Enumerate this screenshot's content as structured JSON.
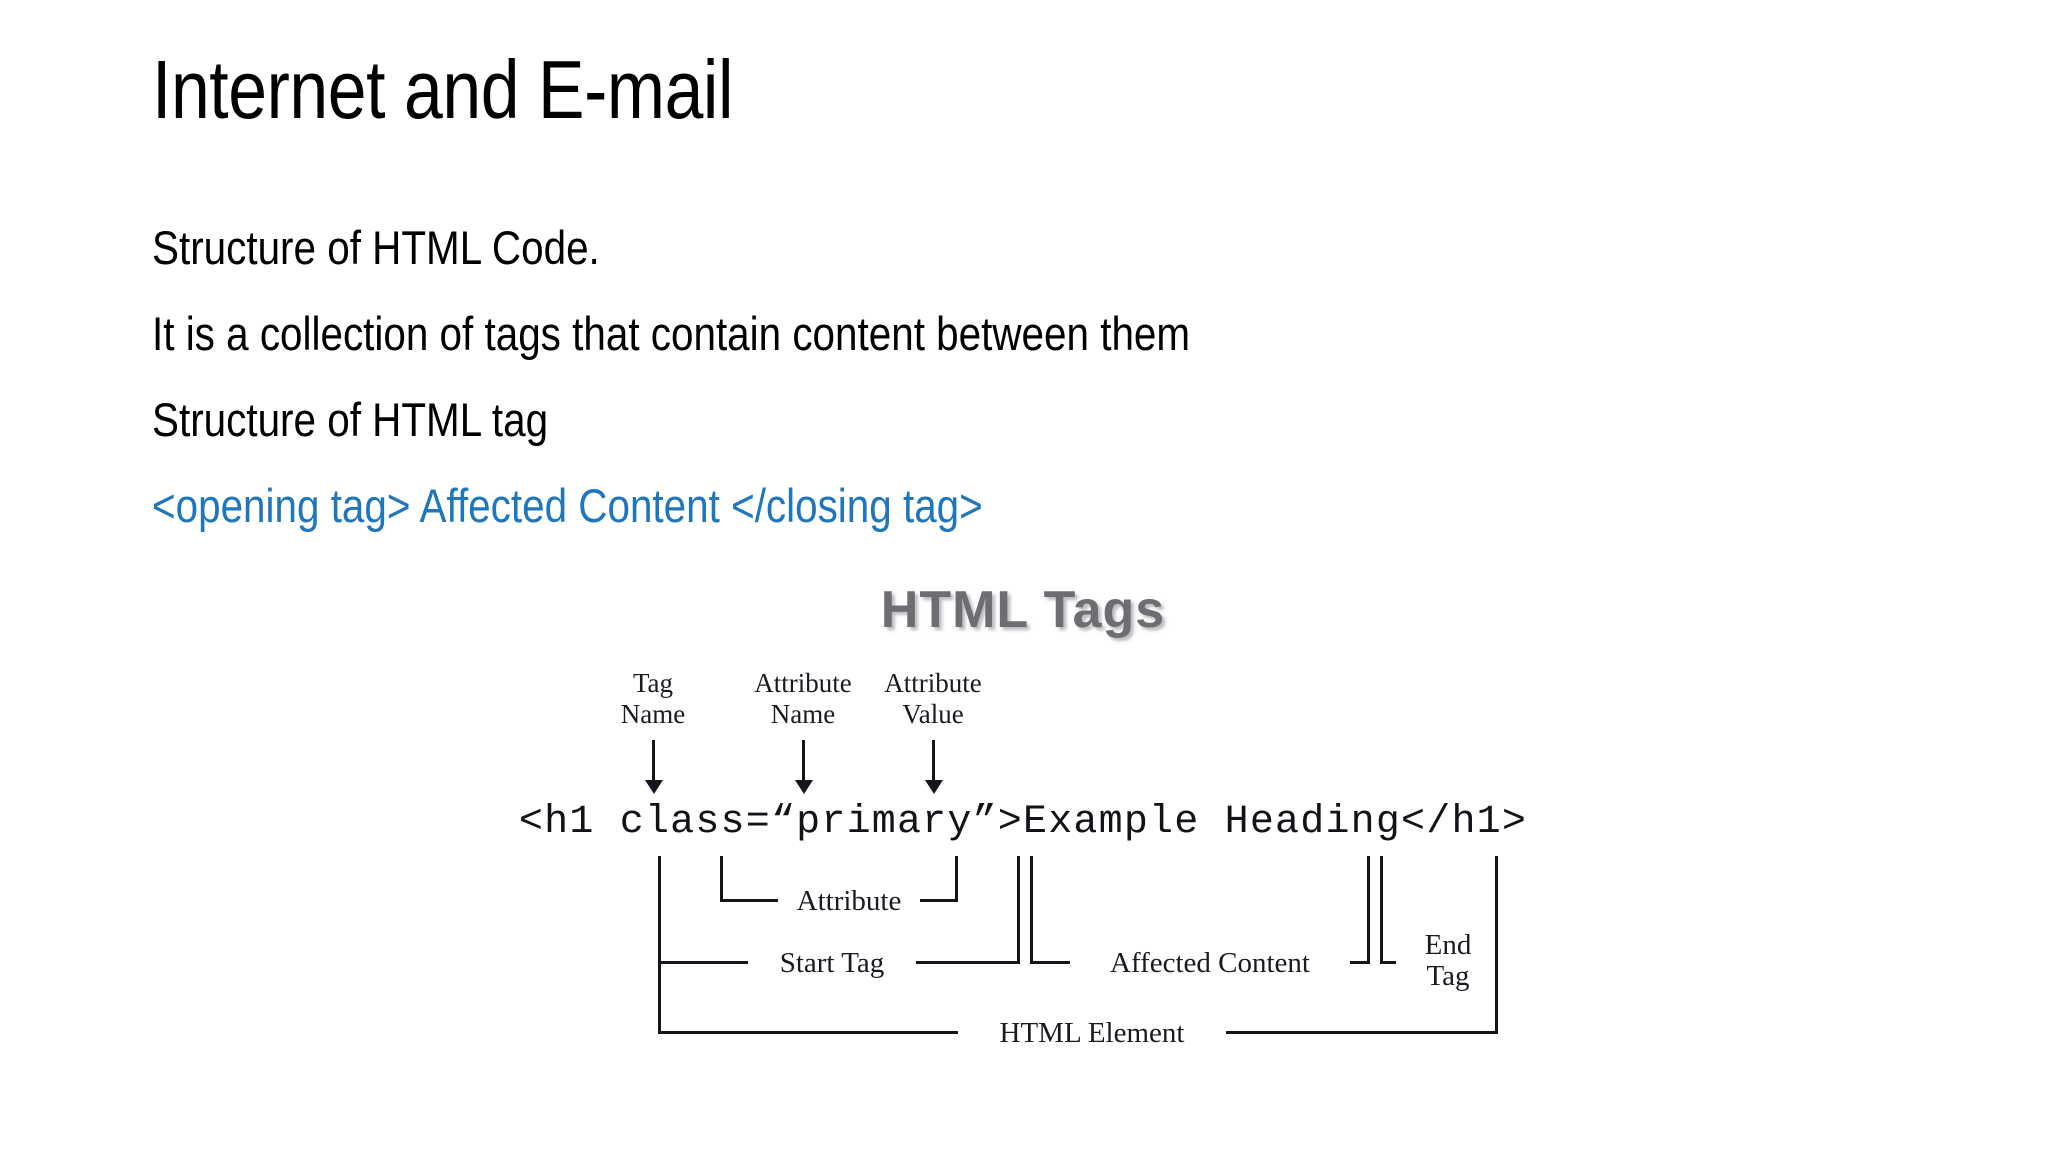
{
  "slide": {
    "title": "Internet and E-mail",
    "background_color": "#ffffff",
    "accent_color": "#1f76bc",
    "body_lines": [
      {
        "text": "Structure of HTML Code.",
        "color": "#000000"
      },
      {
        "text": "It is a collection of tags that contain content between them",
        "color": "#000000"
      },
      {
        "text": "Structure of HTML tag",
        "color": "#000000"
      },
      {
        "text": "<opening tag> Affected Content </closing tag>",
        "color": "#1f76bc"
      }
    ]
  },
  "figure": {
    "heading": "HTML Tags",
    "heading_color": "#6d6d72",
    "code": "<h1 class=“primary”>Example Heading</h1>",
    "callouts": [
      {
        "label": "Tag\nName"
      },
      {
        "label": "Attribute\nName"
      },
      {
        "label": "Attribute\nValue"
      }
    ],
    "brackets": [
      {
        "label": "Attribute"
      },
      {
        "label": "Start Tag"
      },
      {
        "label": "Affected Content"
      },
      {
        "label": "End\nTag"
      },
      {
        "label": "HTML Element"
      }
    ]
  }
}
